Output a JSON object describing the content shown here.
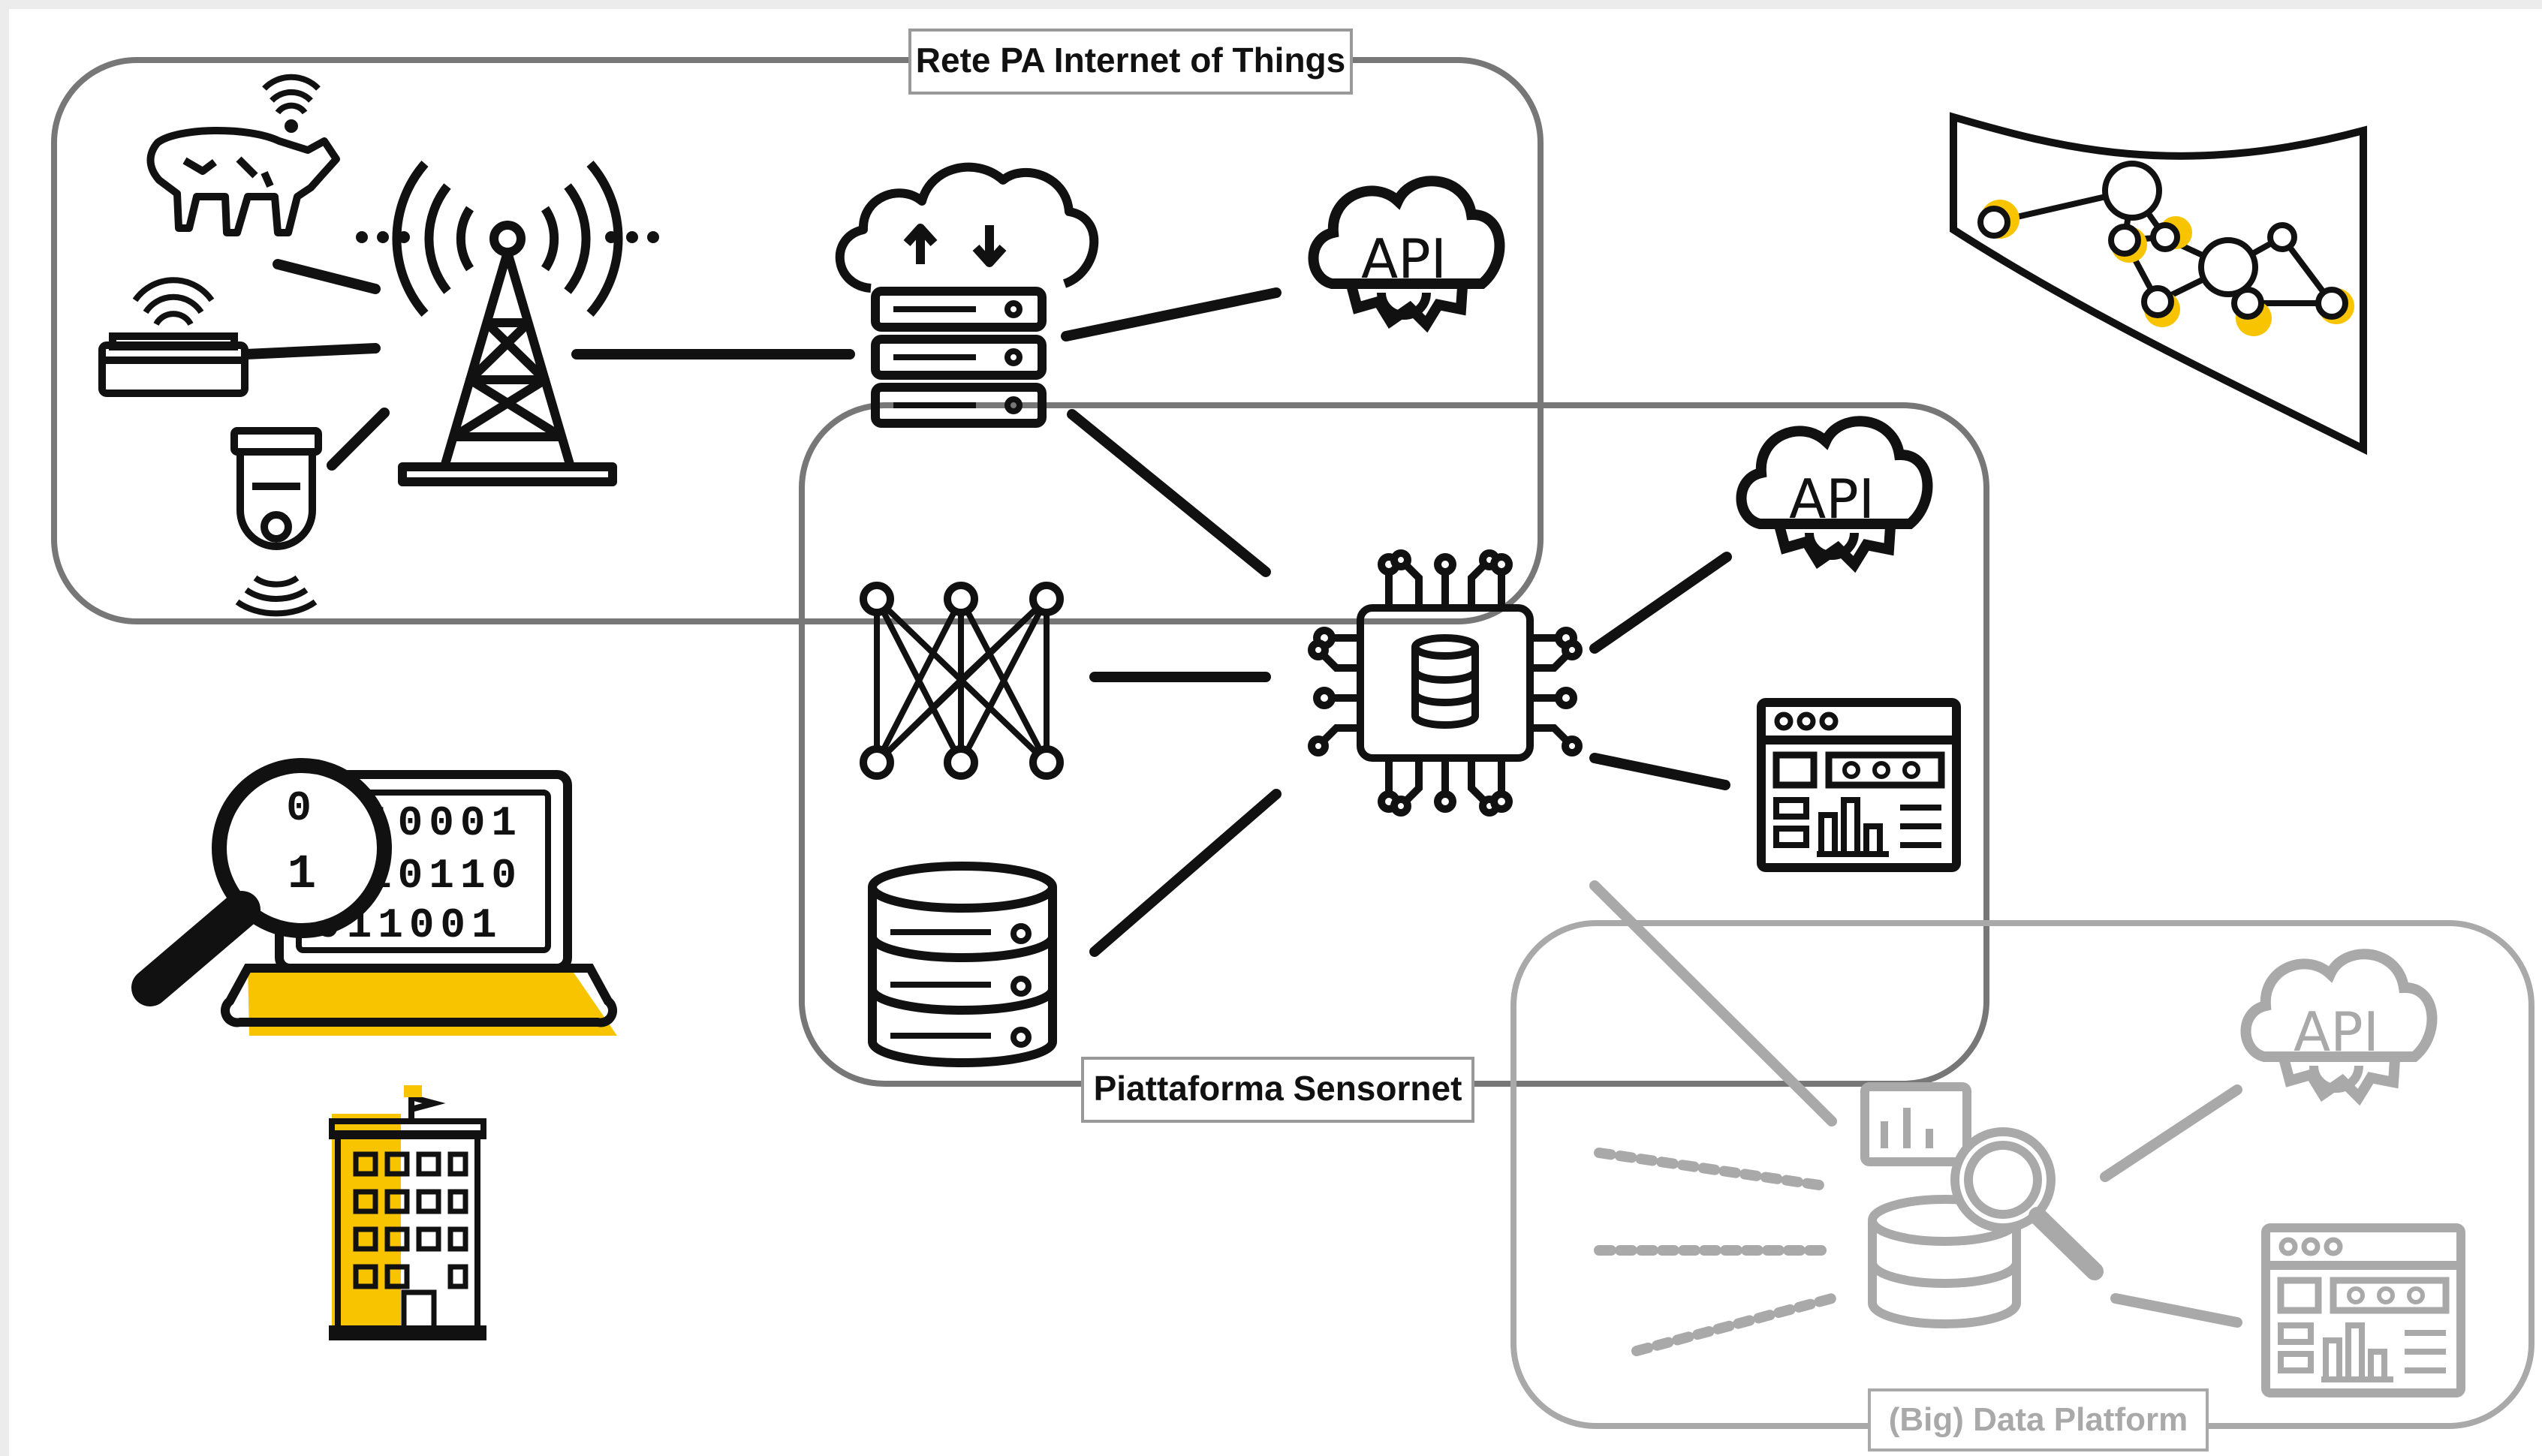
{
  "groups": {
    "iot_network": "Rete PA Internet of Things",
    "sensornet": "Piattaforma Sensornet",
    "data_platform": "(Big) Data Platform"
  },
  "icon_text": {
    "api": "API",
    "binary_row_1": "10001",
    "binary_row_2": "10110",
    "binary_row_3": "011001",
    "lens_digit": "1",
    "lens_top_digit": "0",
    "ellipsis": "..."
  },
  "colors": {
    "background": "#ececec",
    "canvas": "#ffffff",
    "ink": "#111111",
    "frame": "#777777",
    "faded": "#a9a9a9",
    "accent": "#f8c400"
  },
  "icons": [
    "cow-sensor-icon",
    "smart-device-icon",
    "sensor-probe-icon",
    "antenna-tower-icon",
    "cloud-server-icon",
    "api-cloud-gear-icon",
    "neural-network-icon",
    "database-icon",
    "chip-database-icon",
    "dashboard-icon",
    "big-data-search-icon",
    "graph-flag-icon",
    "laptop-binary-search-icon",
    "building-icon"
  ]
}
